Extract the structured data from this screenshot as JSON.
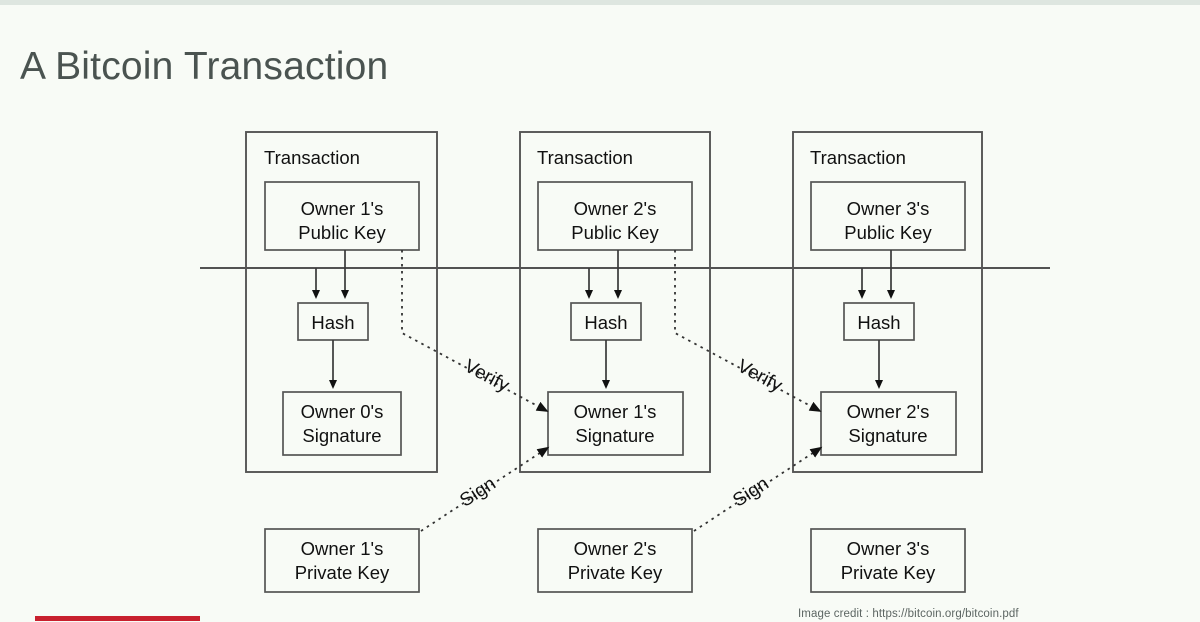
{
  "slide": {
    "title": "A Bitcoin Transaction",
    "background_color": "#f8fbf6",
    "title_color": "#4a5350",
    "accent_bar_color": "#c8202e",
    "credit": "Image  credit : https://bitcoin.org/bitcoin.pdf"
  },
  "diagram": {
    "type": "flow-diagram",
    "line_color": "#3a3a3a",
    "transactions": [
      {
        "header": "Transaction",
        "public_key": {
          "line1": "Owner 1's",
          "line2": "Public Key"
        },
        "hash": "Hash",
        "signature": {
          "line1": "Owner 0's",
          "line2": "Signature"
        }
      },
      {
        "header": "Transaction",
        "public_key": {
          "line1": "Owner 2's",
          "line2": "Public Key"
        },
        "hash": "Hash",
        "signature": {
          "line1": "Owner 1's",
          "line2": "Signature"
        }
      },
      {
        "header": "Transaction",
        "public_key": {
          "line1": "Owner 3's",
          "line2": "Public Key"
        },
        "hash": "Hash",
        "signature": {
          "line1": "Owner 2's",
          "line2": "Signature"
        }
      }
    ],
    "private_keys": [
      {
        "line1": "Owner 1's",
        "line2": "Private Key"
      },
      {
        "line1": "Owner 2's",
        "line2": "Private Key"
      },
      {
        "line1": "Owner 3's",
        "line2": "Private Key"
      }
    ],
    "edge_labels": {
      "verify_1": "Verify",
      "verify_2": "Verify",
      "sign_1": "Sign",
      "sign_2": "Sign"
    }
  }
}
